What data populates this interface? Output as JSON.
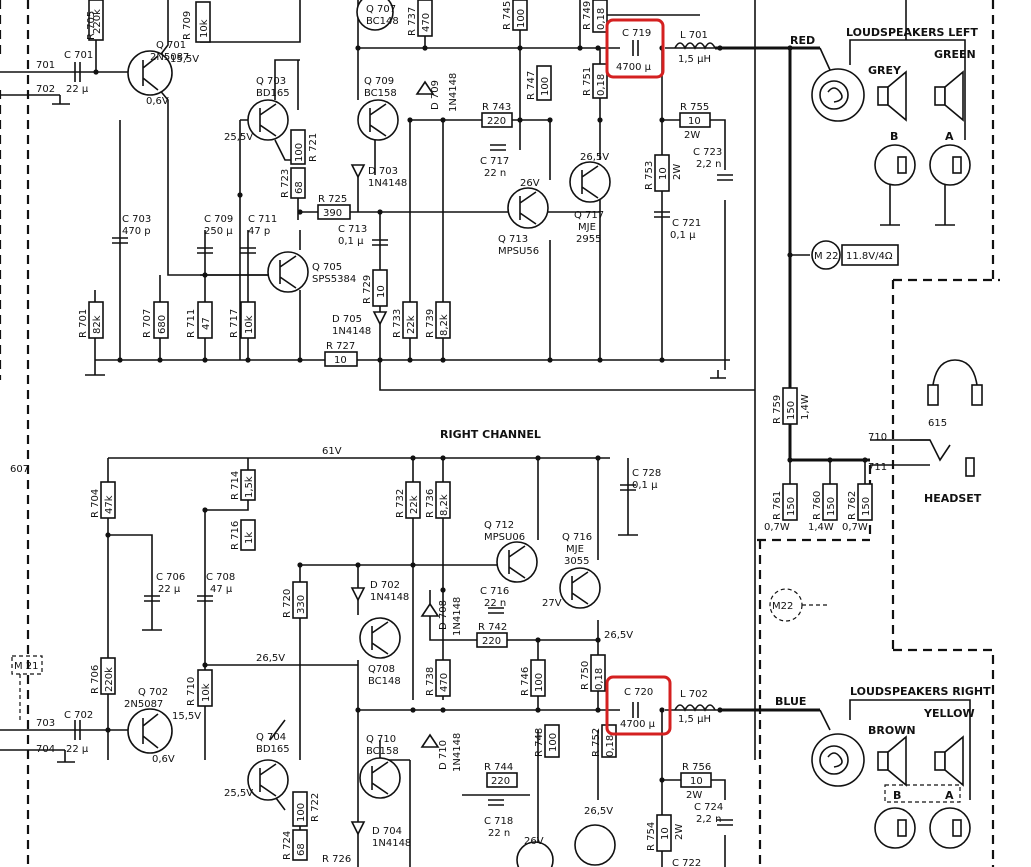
{
  "labels": {
    "q701": [
      "Q 701",
      "2N5087"
    ],
    "q701_v1": "15,5V",
    "q701_v2": "0,6V",
    "q702": [
      "Q 702",
      "2N5087"
    ],
    "q702_v1": "15,5V",
    "q702_v2": "0,6V",
    "q703": [
      "Q 703",
      "BD165"
    ],
    "q703_v": "25,5V",
    "q704": [
      "Q 704",
      "BD165"
    ],
    "q704_v": "25,5V",
    "q705": [
      "Q 705",
      "SPS5384"
    ],
    "q707": [
      "Q 707",
      "BC148"
    ],
    "q708": [
      "Q708",
      "BC148"
    ],
    "q709": [
      "Q 709",
      "BC158"
    ],
    "q710": [
      "Q 710",
      "BC158"
    ],
    "q712": [
      "Q 712",
      "MPSU06"
    ],
    "q713": [
      "Q 713",
      "MPSU56"
    ],
    "q713_v": "26V",
    "q716": [
      "Q 716",
      "MJE",
      "3055"
    ],
    "q716_v": "27V",
    "q717": [
      "Q 717",
      "MJE",
      "2955"
    ],
    "q717_v": "26,5V",
    "q_bottom_v1": "26V",
    "q_bottom_v2": "26,5V",
    "r701": [
      "R 701",
      "82k"
    ],
    "r704": [
      "R 704",
      "47k"
    ],
    "r705": [
      "R 705",
      "220k"
    ],
    "r706": [
      "R 706",
      "220k"
    ],
    "r707": [
      "R 707",
      "680"
    ],
    "r709": [
      "R 709",
      "10k"
    ],
    "r710": [
      "R 710",
      "10k"
    ],
    "r711": [
      "R 711",
      "47"
    ],
    "r714": [
      "R 714",
      "1,5k"
    ],
    "r716": [
      "R 716",
      "1k"
    ],
    "r717": [
      "R 717",
      "10k"
    ],
    "r720": [
      "R 720",
      "330"
    ],
    "r721": [
      "R 721",
      "100"
    ],
    "r722": [
      "R 722",
      "100"
    ],
    "r723": [
      "R 723",
      "68"
    ],
    "r724": [
      "R 724",
      "68"
    ],
    "r725": [
      "R 725",
      "390"
    ],
    "r726": "R 726",
    "r727": [
      "R 727",
      "10"
    ],
    "r729": [
      "R 729",
      "10"
    ],
    "r732": [
      "R 732",
      "22k"
    ],
    "r733": [
      "R 733",
      "22k"
    ],
    "r736": [
      "R 736",
      "8,2k"
    ],
    "r737": [
      "R 737",
      "470"
    ],
    "r738": [
      "R 738",
      "470"
    ],
    "r739": [
      "R 739",
      "8,2k"
    ],
    "r742": [
      "R 742",
      "220"
    ],
    "r743": [
      "R 743",
      "220"
    ],
    "r744": [
      "R 744",
      "220"
    ],
    "r745": [
      "R 745",
      "100"
    ],
    "r746": [
      "R 746",
      "100"
    ],
    "r747": [
      "R 747",
      "100"
    ],
    "r748": [
      "R 748",
      "100"
    ],
    "r749": [
      "R 749",
      "0,18"
    ],
    "r750": [
      "R 750",
      "0,18"
    ],
    "r751": [
      "R 751",
      "0,18"
    ],
    "r752": [
      "R 752",
      "0,18"
    ],
    "r753": [
      "R 753",
      "10",
      "2W"
    ],
    "r754": [
      "R 754",
      "10",
      "2W"
    ],
    "r755": [
      "R 755",
      "10",
      "2W"
    ],
    "r756": [
      "R 756",
      "10",
      "2W"
    ],
    "r759": [
      "R 759",
      "150",
      "1,4W"
    ],
    "r760": [
      "R 760",
      "150",
      "1,4W"
    ],
    "r761": [
      "R 761",
      "150",
      "0,7W"
    ],
    "r762": [
      "R 762",
      "150",
      "0,7W"
    ],
    "c701": [
      "C 701",
      "22 µ"
    ],
    "c702": [
      "C 702",
      "22 µ"
    ],
    "c703": [
      "C 703",
      "470 p"
    ],
    "c706": [
      "C 706",
      "22 µ"
    ],
    "c708": [
      "C 708",
      "47 µ"
    ],
    "c709": [
      "C 709",
      "250 µ"
    ],
    "c711": [
      "C 711",
      "47 p"
    ],
    "c713": [
      "C 713",
      "0,1 µ"
    ],
    "c716": [
      "C 716",
      "22 n"
    ],
    "c717": [
      "C 717",
      "22 n"
    ],
    "c718": [
      "C 718",
      "22 n"
    ],
    "c719": [
      "C 719",
      "4700 µ"
    ],
    "c720": [
      "C 720",
      "4700 µ"
    ],
    "c721": [
      "C 721",
      "0,1 µ"
    ],
    "c723": [
      "C 723",
      "2,2 n"
    ],
    "c724": [
      "C 724",
      "2,2 n"
    ],
    "c728": [
      "C 728",
      "0,1 µ"
    ],
    "c722": "C 722",
    "d702": [
      "D 702",
      "1N4148"
    ],
    "d703": [
      "D 703",
      "1N4148"
    ],
    "d704": [
      "D 704",
      "1N4148"
    ],
    "d705": [
      "D 705",
      "1N4148"
    ],
    "d708": [
      "D 708",
      "1N4148"
    ],
    "d709": [
      "D 709",
      "1N4148"
    ],
    "d710": [
      "D 710",
      "1N4148"
    ],
    "l701": [
      "L 701",
      "1,5 µH"
    ],
    "l702": [
      "L 702",
      "1,5 µH"
    ],
    "m22": "M 22",
    "m22_value": "11.8V/4Ω",
    "m22b": "M22",
    "m21": "M 21",
    "node_701": "701",
    "node_702": "702",
    "node_703": "703",
    "node_704": "704",
    "node_607": "607",
    "node_615": "615",
    "node_710": "710",
    "node_711": "711",
    "v_61": "61V",
    "v_265": "26,5V",
    "v_265b": "26,5V",
    "right_channel": "RIGHT CHANNEL",
    "red": "RED",
    "blue": "BLUE",
    "grey": "GREY",
    "green": "GREEN",
    "brown": "BROWN",
    "yellow": "YELLOW",
    "ls_left": "LOUDSPEAKERS LEFT",
    "ls_right": "LOUDSPEAKERS RIGHT",
    "headset": "HEADSET",
    "a": "A",
    "b": "B",
    "a2": "A",
    "b2": "B"
  },
  "highlights": [
    "C 719",
    "C 720"
  ],
  "highlight_color": "#d42020"
}
